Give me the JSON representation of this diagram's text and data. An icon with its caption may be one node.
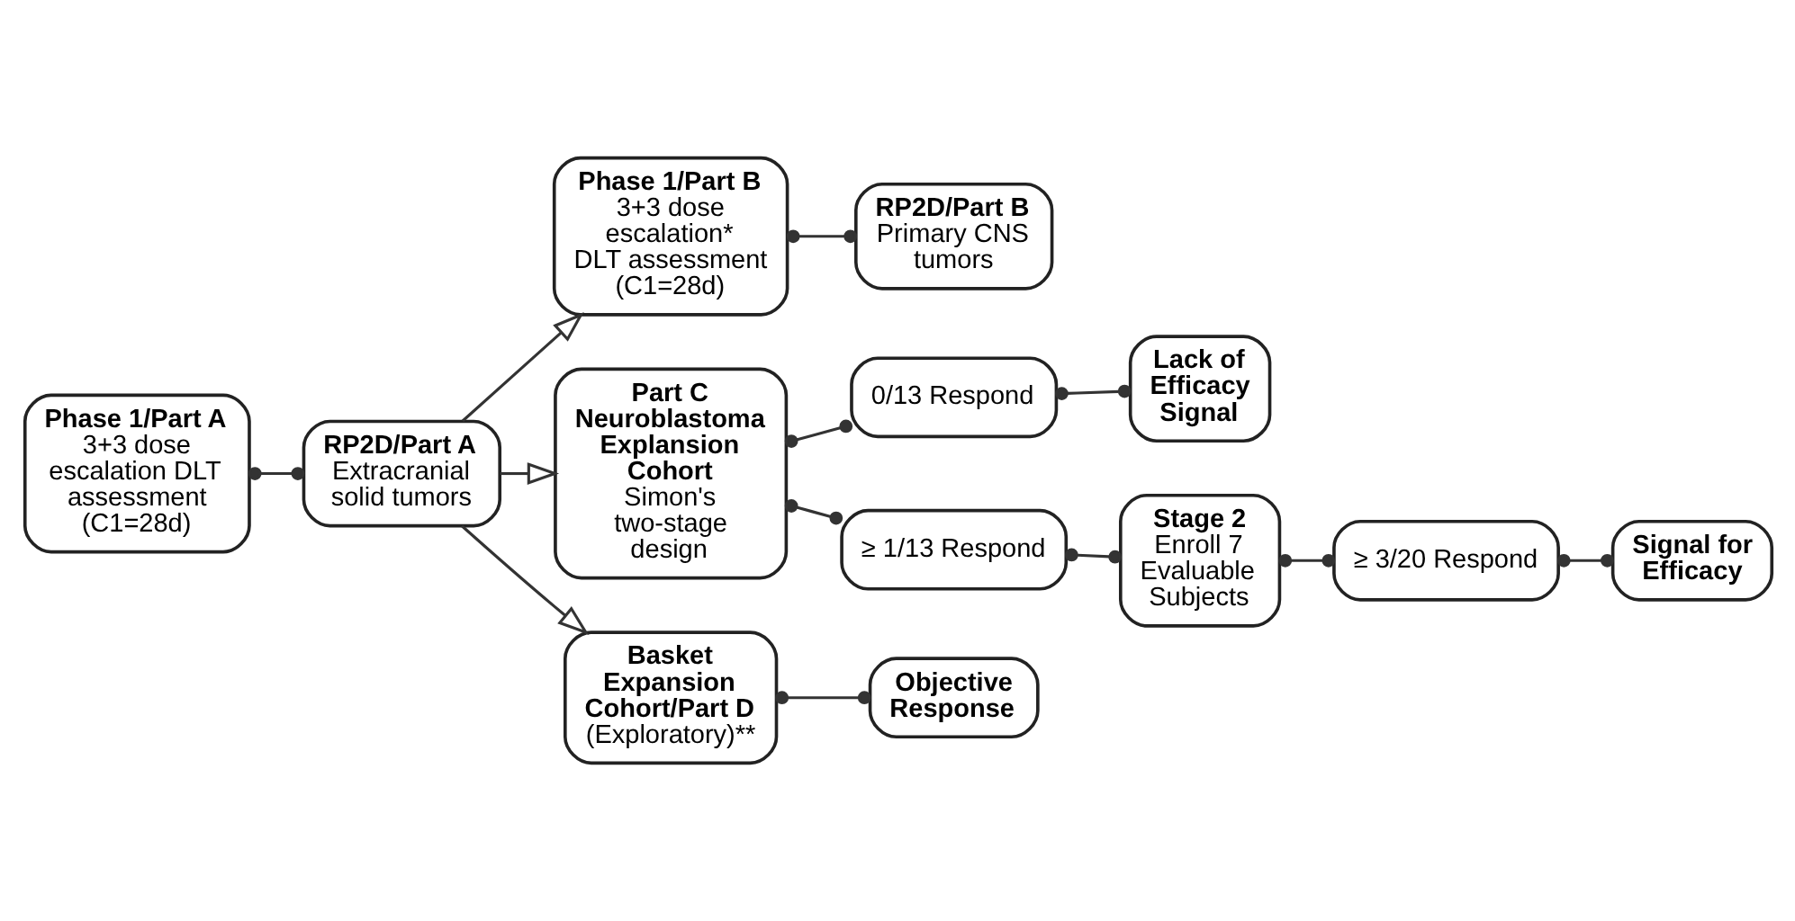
{
  "diagram": {
    "nodes": [
      {
        "text": [
          "Phase 1/Part A",
          "3+3 dose escalation DLT assessment (C1=28d)"
        ]
      },
      {
        "text": [
          "RP2D/Part A",
          "Extracranial solid tumors"
        ]
      },
      {
        "text": [
          "Phase 1/Part B",
          "3+3 dose escalation* DLT assessment (C1=28d)"
        ]
      },
      {
        "text": [
          "RP2D/Part B",
          "Primary CNS tumors"
        ]
      },
      {
        "text": [
          "Part C Neuroblastoma Explansion Cohort",
          "Simon's two-stage design"
        ]
      },
      {
        "text": [
          "0/13 Respond"
        ]
      },
      {
        "text": [
          "Lack of Efficacy Signal"
        ]
      },
      {
        "text": [
          "≥ 1/13 Respond"
        ]
      },
      {
        "text": [
          "Stage 2",
          "Enroll 7 Evaluable Subjects"
        ]
      },
      {
        "text": [
          "≥ 3/20 Respond"
        ]
      },
      {
        "text": [
          "Signal for Efficacy"
        ]
      },
      {
        "text": [
          "Basket Expansion Cohort/Part D",
          "(Exploratory)**"
        ]
      },
      {
        "text": [
          "Objective Response"
        ]
      }
    ],
    "edges": [
      {
        "from": 0,
        "to": 1,
        "arrow": "other"
      },
      {
        "from": 1,
        "to": 2,
        "arrow": "to"
      },
      {
        "from": 1,
        "to": 4,
        "arrow": "to"
      },
      {
        "from": 1,
        "to": 11,
        "arrow": "to"
      },
      {
        "from": 2,
        "to": 3,
        "arrow": "other"
      },
      {
        "from": 4,
        "to": 5,
        "arrow": "other"
      },
      {
        "from": 4,
        "to": 7,
        "arrow": "other"
      },
      {
        "from": 5,
        "to": 6,
        "arrow": "other"
      },
      {
        "from": 7,
        "to": 8,
        "arrow": "other"
      },
      {
        "from": 8,
        "to": 9,
        "arrow": "other"
      },
      {
        "from": 9,
        "to": 10,
        "arrow": "other"
      },
      {
        "from": 11,
        "to": 12,
        "arrow": "other"
      }
    ]
  }
}
